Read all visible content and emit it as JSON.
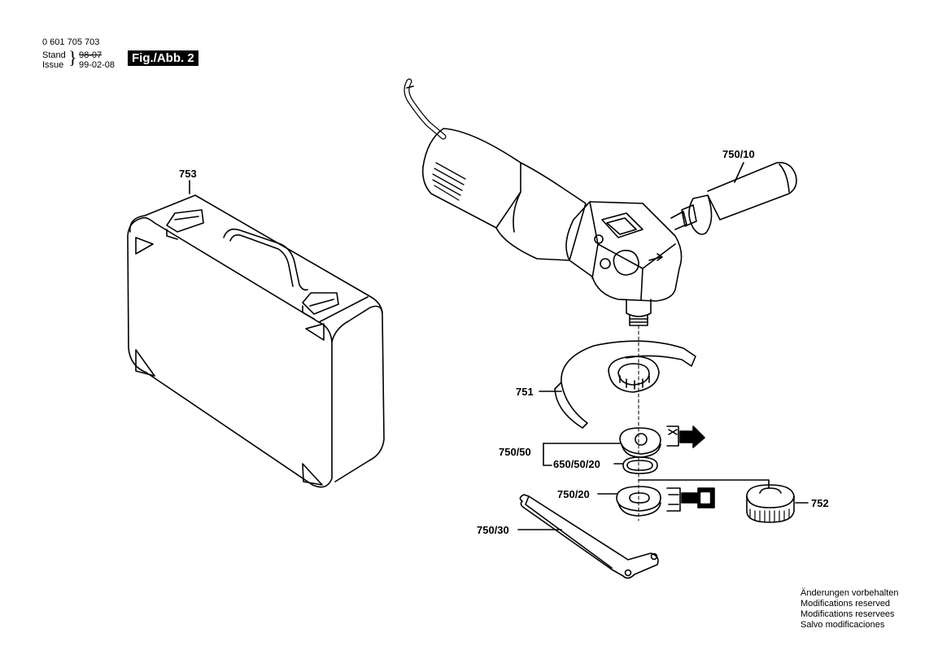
{
  "header": {
    "part_number": "0 601 705 703",
    "stand_label": "Stand",
    "issue_label": "Issue",
    "old_date": "98-07",
    "issue_date": "99-02-08",
    "figure_label": "Fig./Abb. 2"
  },
  "callouts": {
    "case": "753",
    "aux_handle": "750/10",
    "guard": "751",
    "flange_group": "750/50",
    "o_ring": "650/50/20",
    "clamping_nut": "750/20",
    "quick_nut": "752",
    "spanner": "750/30"
  },
  "notes": [
    "Änderungen vorbehalten",
    "Modifications reserved",
    "Modifications reservees",
    "Salvo modificaciones"
  ]
}
